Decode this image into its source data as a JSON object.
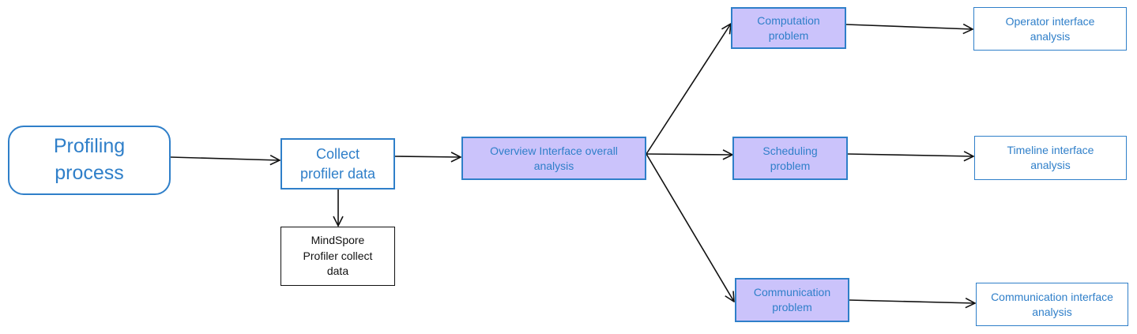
{
  "nodes": {
    "profiling": "Profiling\nprocess",
    "collect": "Collect\nprofiler data",
    "mindspore": "MindSpore\nProfiler collect\ndata",
    "overview": "Overview Interface overall\nanalysis",
    "computation": "Computation\nproblem",
    "scheduling": "Scheduling\nproblem",
    "communication": "Communication\nproblem",
    "operator": "Operator interface\nanalysis",
    "timeline": "Timeline interface\nanalysis",
    "comm_interface": "Communication interface\nanalysis"
  },
  "colors": {
    "accent_blue": "#2f7fc9",
    "fill_purple": "#cbc3fb",
    "arrow": "#111111"
  }
}
